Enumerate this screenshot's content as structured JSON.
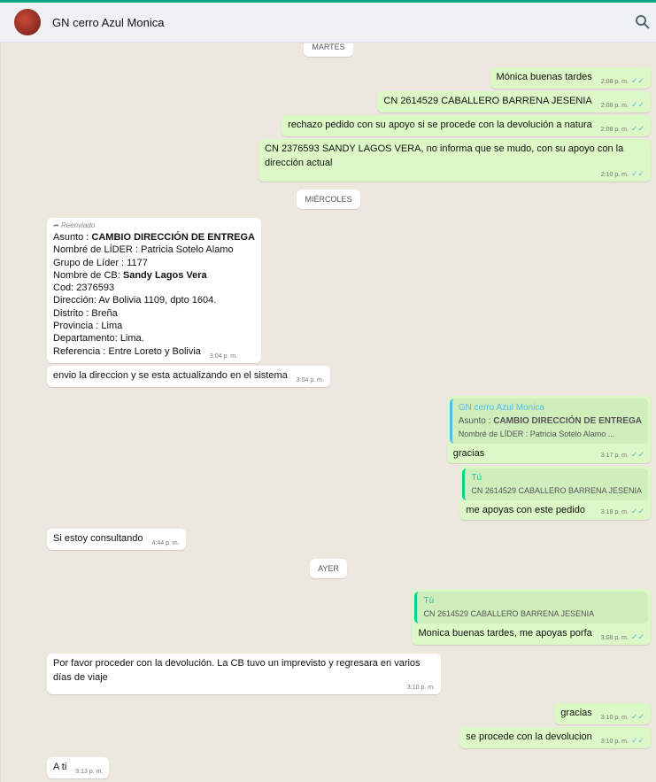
{
  "header": {
    "title": "GN cerro Azul Monica"
  },
  "days": [
    "MARTES",
    "MIÉRCOLES",
    "AYER"
  ],
  "m1": {
    "text": "Mónica buenas tardes",
    "time": "2:08 p. m."
  },
  "m2": {
    "text": "CN 2614529 CABALLERO BARRENA JESENIA",
    "time": "2:08 p. m."
  },
  "m3": {
    "text": "rechazo pedido con su  apoyo si se procede con la devolución a natura",
    "time": "2:08 p. m."
  },
  "m4": {
    "text": "CN 2376593 SANDY LAGOS VERA, no informa que se mudo, con su apoyo con la dirección actual",
    "time": "2:10 p. m."
  },
  "fwd": {
    "label": "Reenviado",
    "l1a": "Asunto : ",
    "l1b": "CAMBIO DIRECCIÓN DE ENTREGA",
    "l2": "Nombré de LÍDER : Patricia Sotelo Alamo",
    "l3": "Grupo de Líder : 1177",
    "l4a": "Nombre de CB: ",
    "l4b": "Sandy Lagos Vera",
    "l5": "Cod: 2376593",
    "l6": "Dirección:  Av Bolivia 1109, dpto 1604.",
    "l7": "Distrito : Breña",
    "l8": "Provincia : Lima",
    "l9": "Departamento: Lima.",
    "l10": "Referencia :  Entre Loreto y Bolivia",
    "time": "3:04 p. m."
  },
  "m5": {
    "text": "envio la direccion y se esta actualizando en el sistema",
    "time": "3:04 p. m."
  },
  "r1": {
    "qname": "GN cerro Azul Monica",
    "qa": "Asunto : ",
    "qb": "CAMBIO DIRECCIÓN DE ENTREGA",
    "q2": "Nombré de LÍDER : Patricia Sotelo Alamo ...",
    "text": "gracias",
    "time": "3:17 p. m."
  },
  "r2": {
    "qname": "Tú",
    "q": "CN 2614529 CABALLERO BARRENA JESENIA",
    "text": "me apoyas con este pedido",
    "time": "3:18 p. m."
  },
  "m6": {
    "text": "Si estoy consultando",
    "time": "4:44 p. m."
  },
  "r3": {
    "qname": "Tú",
    "q": "CN 2614529 CABALLERO BARRENA JESENIA",
    "text": "Monica buenas tardes, me apoyas porfa",
    "time": "3:08 p. m."
  },
  "m7": {
    "text": "Por favor proceder con la devolución. La CB tuvo un imprevisto y regresara en varios días de viaje",
    "time": "3:10 p. m."
  },
  "m8": {
    "text": "gracias",
    "time": "3:10 p. m."
  },
  "m9": {
    "text": "se procede con la devolucion",
    "time": "3:10 p. m."
  },
  "m10": {
    "text": "A ti",
    "time": "3:13 p. m."
  },
  "tick": "✓✓"
}
